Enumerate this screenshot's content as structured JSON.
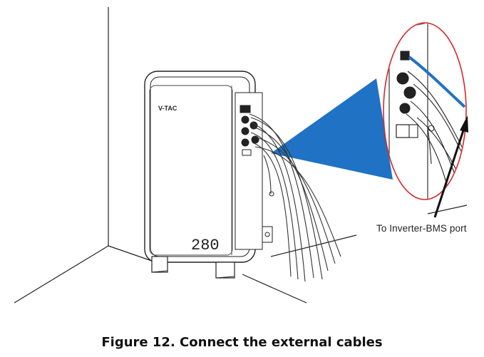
{
  "figure": {
    "caption": "Figure 12. Connect the external cables",
    "callout_label": "To Inverter-BMS port",
    "unit_brand": "V-TAC",
    "unit_capacity": "280"
  },
  "colors": {
    "zoom_cone": "#1f72c4",
    "zoom_circle": "#d9262c",
    "highlight_cable": "#1f72c4",
    "line_art": "#222222"
  }
}
